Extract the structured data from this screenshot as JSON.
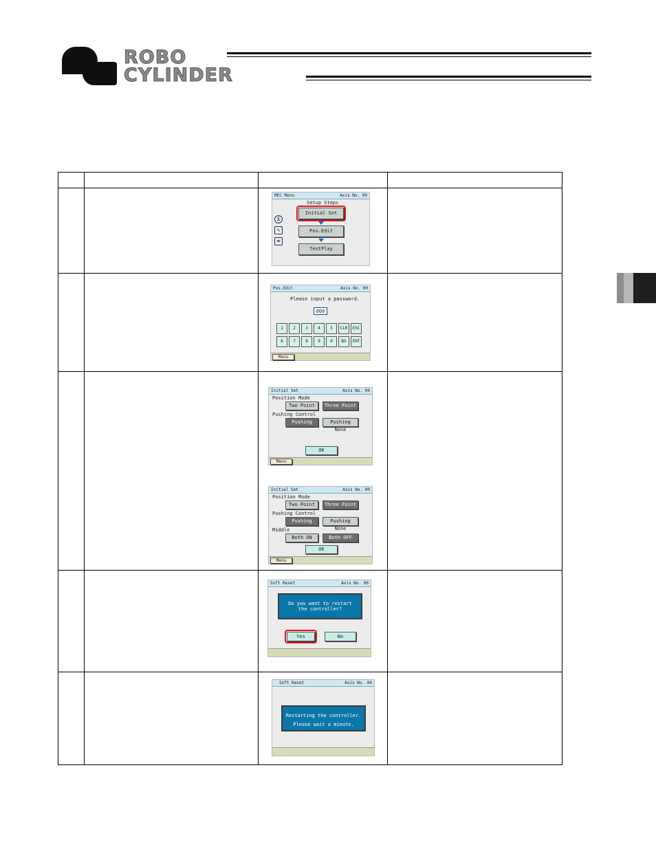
{
  "header": {
    "logo_line1": "ROBO",
    "logo_line2": "CYLINDER"
  },
  "screens": {
    "s1": {
      "title": "MEC Menu",
      "axis": "Axis No. 00",
      "heading": "Setup Steps",
      "btn1": "Initial Set",
      "btn2": "Pos.Edit",
      "btn3": "TestPlay",
      "icons": [
        "info-icon",
        "tools-icon",
        "go-icon"
      ]
    },
    "s2": {
      "title": "Pos.Edit",
      "axis": "Axis No. 00",
      "prompt": "Please input a password.",
      "input_value": "000",
      "keys_row1": [
        "1",
        "2",
        "3",
        "4",
        "5",
        "CLR",
        "ESC"
      ],
      "keys_row2": [
        "6",
        "7",
        "8",
        "9",
        "0",
        "BS",
        "ENT"
      ],
      "menu": "Menu"
    },
    "s3": {
      "title": "Initial Set",
      "axis": "Axis No. 00",
      "position_mode_label": "Position Mode",
      "two_point": "Two Point",
      "three_point": "Three Point",
      "pushing_control_label": "Pushing Control",
      "pushing": "Pushing",
      "pushing_none": "Pushing None",
      "ok": "OK",
      "menu": "Menu"
    },
    "s4": {
      "title": "Initial Set",
      "axis": "Axis No. 00",
      "position_mode_label": "Position Mode",
      "two_point": "Two Point",
      "three_point": "Three Point",
      "pushing_control_label": "Pushing Control",
      "pushing": "Pushing",
      "pushing_none": "Pushing None",
      "middle_label": "Middle",
      "both_on": "Both ON",
      "both_off": "Both OFF",
      "ok": "OK",
      "menu": "Menu"
    },
    "s5": {
      "title": "Soft Reset",
      "axis": "Axis No. 00",
      "msg1": "Do you want to restart",
      "msg2": "the controller?",
      "yes": "Yes",
      "no": "No"
    },
    "s6": {
      "title": "Soft Reset",
      "axis": "Axis No. 00",
      "msg1": "Restarting the controller.",
      "msg2": "Please wait a minute."
    }
  }
}
